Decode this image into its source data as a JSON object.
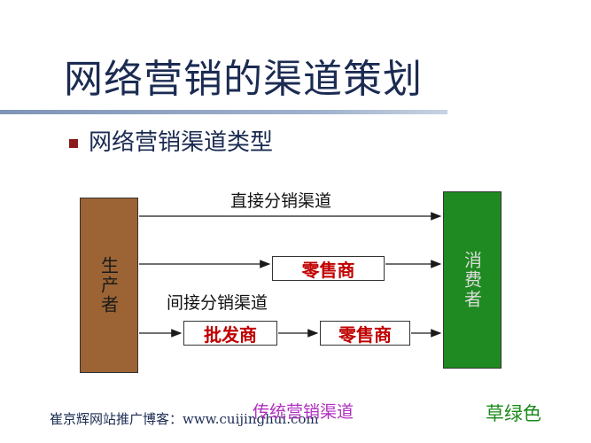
{
  "slide": {
    "title": "网络营销的渠道策划",
    "subtitle": "网络营销渠道类型"
  },
  "diagram": {
    "producer_label": "生产者",
    "consumer_label": "消费者",
    "direct_channel_label": "直接分销渠道",
    "indirect_channel_label": "间接分销渠道",
    "retailer_label": "零售商",
    "wholesaler_label": "批发商",
    "retailer_label_2": "零售商",
    "caption": "传统营销渠道"
  },
  "footer": {
    "credit": "崔京辉网站推广博客：www.cuijinghui.com",
    "color_note": "草绿色"
  },
  "colors": {
    "title_text": "#1b2b52",
    "bullet": "#8b1a1a",
    "producer_box": "#9c6434",
    "consumer_box": "#1f8a21",
    "node_text": "#c00000",
    "caption_text": "#b030c0",
    "color_note_text": "#1a8a1a"
  }
}
